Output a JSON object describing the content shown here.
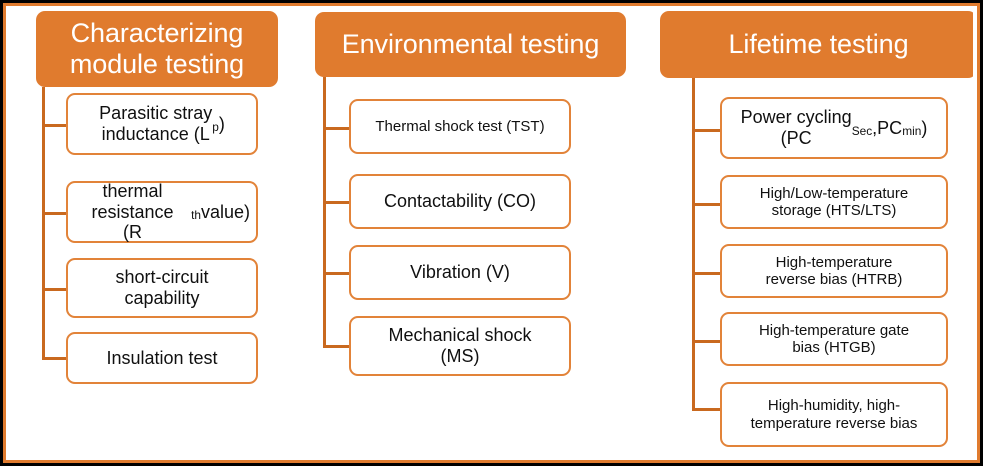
{
  "figure": {
    "title": "Power module testing categories",
    "colors": {
      "header_fill": "#E07B2E",
      "node_border": "#E28339",
      "node_fill": "#FFFFFF",
      "connector": "#C9691F",
      "frame_outer": "#000000",
      "frame_inner": "#E07B2E",
      "header_text": "#FFFFFF",
      "node_text": "#101010"
    }
  },
  "columns": [
    {
      "id": "characterizing-module-testing",
      "header": "Characterizing module testing",
      "items": [
        {
          "id": "parasitic-stray-inductance",
          "text": "Parasitic stray inductance (Lp)",
          "html": "Parasitic stray<br>inductance (L<sub>p</sub>)"
        },
        {
          "id": "thermal-resistance",
          "text": "thermal resistance (Rth value)",
          "html": "thermal resistance<br>(R<sub>th</sub> value)"
        },
        {
          "id": "short-circuit-capability",
          "text": "short-circuit capability",
          "html": "short-circuit<br>capability"
        },
        {
          "id": "insulation-test",
          "text": "Insulation test",
          "html": "Insulation test"
        }
      ]
    },
    {
      "id": "environmental-testing",
      "header": "Environmental testing",
      "items": [
        {
          "id": "thermal-shock-test",
          "text": "Thermal shock test (TST)",
          "html": "Thermal shock test (TST)"
        },
        {
          "id": "contactability",
          "text": "Contactability (CO)",
          "html": "Contactability (CO)"
        },
        {
          "id": "vibration",
          "text": "Vibration (V)",
          "html": "Vibration (V)"
        },
        {
          "id": "mechanical-shock",
          "text": "Mechanical shock (MS)",
          "html": "Mechanical shock<br>(MS)"
        }
      ]
    },
    {
      "id": "lifetime-testing",
      "header": "Lifetime testing",
      "items": [
        {
          "id": "power-cycling",
          "text": "Power cycling (PCSec,PCmin)",
          "html": "Power cycling<br>(PC<sub>Sec</sub>,PC<sub>min</sub>)"
        },
        {
          "id": "high-low-temperature-storage",
          "text": "High/Low-temperature storage (HTS/LTS)",
          "html": "High/Low-temperature<br>storage (HTS/LTS)"
        },
        {
          "id": "high-temperature-reverse-bias",
          "text": "High-temperature reverse bias (HTRB)",
          "html": "High-temperature<br>reverse bias (HTRB)"
        },
        {
          "id": "high-temperature-gate-bias",
          "text": "High-temperature gate bias (HTGB)",
          "html": "High-temperature gate<br>bias (HTGB)"
        },
        {
          "id": "high-humidity-high-temperature-reverse-bias",
          "text": "High-humidity, high-temperature reverse bias",
          "html": "High-humidity, high-<br>temperature reverse bias"
        }
      ]
    }
  ]
}
